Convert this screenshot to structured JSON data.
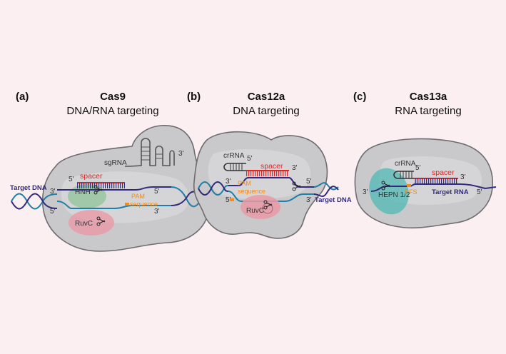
{
  "colors": {
    "background": "#fbeff1",
    "protein": "#c9c9cb",
    "spacer": "#e02424",
    "pam": "#f28c1c",
    "target": "#322a7a",
    "dna_helix": "#1f7fa5",
    "hnh": "#8fc39a",
    "ruvc": "#e99aa6",
    "hepn": "#4fb8b4"
  },
  "panels": {
    "a": {
      "letter": "(a)",
      "title": "Cas9",
      "subtitle": "DNA/RNA targeting",
      "sgrna": "sgRNA",
      "spacer": "spacer",
      "target": "Target DNA",
      "pam": "PAM",
      "pam2": "sequence",
      "hnh": "HNH",
      "ruvc": "RuvC",
      "e5a": "5'",
      "e3a": "3'",
      "e5b": "5'",
      "e3b": "3'",
      "e5c": "5'",
      "e3c": "3'"
    },
    "b": {
      "letter": "(b)",
      "title": "Cas12a",
      "subtitle": "DNA targeting",
      "crrna": "crRNA",
      "spacer": "spacer",
      "target": "Target DNA",
      "pam": "PAM",
      "pam2": "sequence",
      "ruvc": "RuvC",
      "e5a": "5'",
      "e3a": "3'",
      "e3b": "3'",
      "e5b": "5'",
      "e5c": "5'",
      "e3c": "3'"
    },
    "c": {
      "letter": "(c)",
      "title": "Cas13a",
      "subtitle": "RNA targeting",
      "crrna": "crRNA",
      "spacer": "spacer",
      "target": "Target RNA",
      "pfs": "PFS",
      "hepn": "HEPN 1/2",
      "e5a": "5'",
      "e3a": "3'",
      "e3b": "3'",
      "e5b": "5'"
    }
  }
}
